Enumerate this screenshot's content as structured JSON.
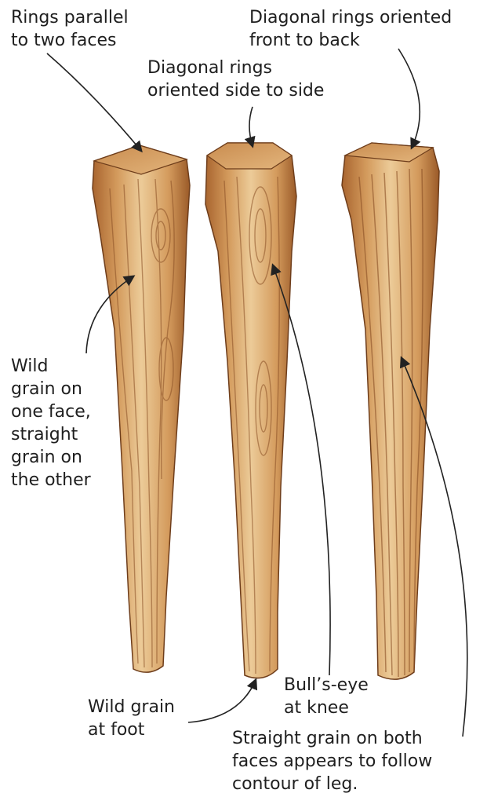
{
  "labels": {
    "rings_parallel": [
      "Rings parallel",
      "to two faces"
    ],
    "diag_front_back": [
      "Diagonal rings oriented",
      "front to back"
    ],
    "diag_side_side": [
      "Diagonal rings",
      "oriented side to side"
    ],
    "wild_one_face": [
      "Wild",
      "grain on",
      "one face,",
      "straight",
      "grain on",
      "the other"
    ],
    "wild_foot": [
      "Wild grain",
      "at foot"
    ],
    "bulls_eye": [
      "Bull’s-eye",
      "at knee"
    ],
    "straight_both": [
      "Straight grain on both",
      "faces appears to follow",
      "contour of leg."
    ]
  },
  "colors": {
    "wood_light": "#e9c48e",
    "wood_mid": "#cf9356",
    "wood_dark": "#9b5b2b",
    "grain": "#8a4f25",
    "arrow": "#222222"
  }
}
